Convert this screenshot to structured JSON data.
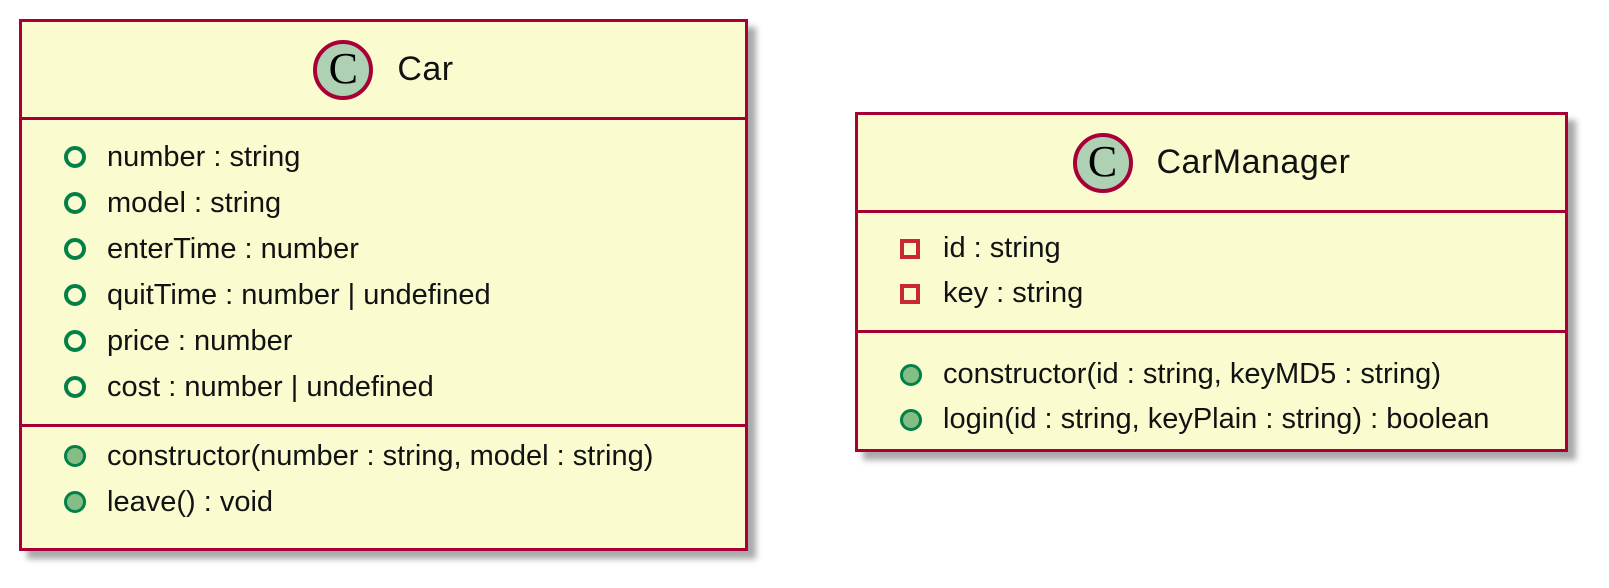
{
  "diagram": {
    "type": "uml-class-diagram",
    "colors": {
      "box_background": "#FBFBD0",
      "box_border": "#A80036",
      "badge_fill": "#ADD1B2",
      "icon_green_dark": "#038048",
      "icon_green_fill": "#84BE84",
      "icon_red": "#C82930",
      "shadow_gray": "#A9A9A9"
    },
    "classes": [
      {
        "name": "Car",
        "badge_letter": "C",
        "fields": [
          {
            "icon": "public-field",
            "text": "number : string"
          },
          {
            "icon": "public-field",
            "text": "model : string"
          },
          {
            "icon": "public-field",
            "text": "enterTime : number"
          },
          {
            "icon": "public-field",
            "text": "quitTime : number | undefined"
          },
          {
            "icon": "public-field",
            "text": "price : number"
          },
          {
            "icon": "public-field",
            "text": "cost : number | undefined"
          }
        ],
        "methods": [
          {
            "icon": "public-method",
            "text": "constructor(number : string, model : string)"
          },
          {
            "icon": "public-method",
            "text": "leave() : void"
          }
        ]
      },
      {
        "name": "CarManager",
        "badge_letter": "C",
        "fields": [
          {
            "icon": "private-field",
            "text": "id : string"
          },
          {
            "icon": "private-field",
            "text": "key : string"
          }
        ],
        "methods": [
          {
            "icon": "public-method",
            "text": "constructor(id : string, keyMD5 : string)"
          },
          {
            "icon": "public-method",
            "text": "login(id : string, keyPlain : string) : boolean"
          }
        ]
      }
    ]
  }
}
